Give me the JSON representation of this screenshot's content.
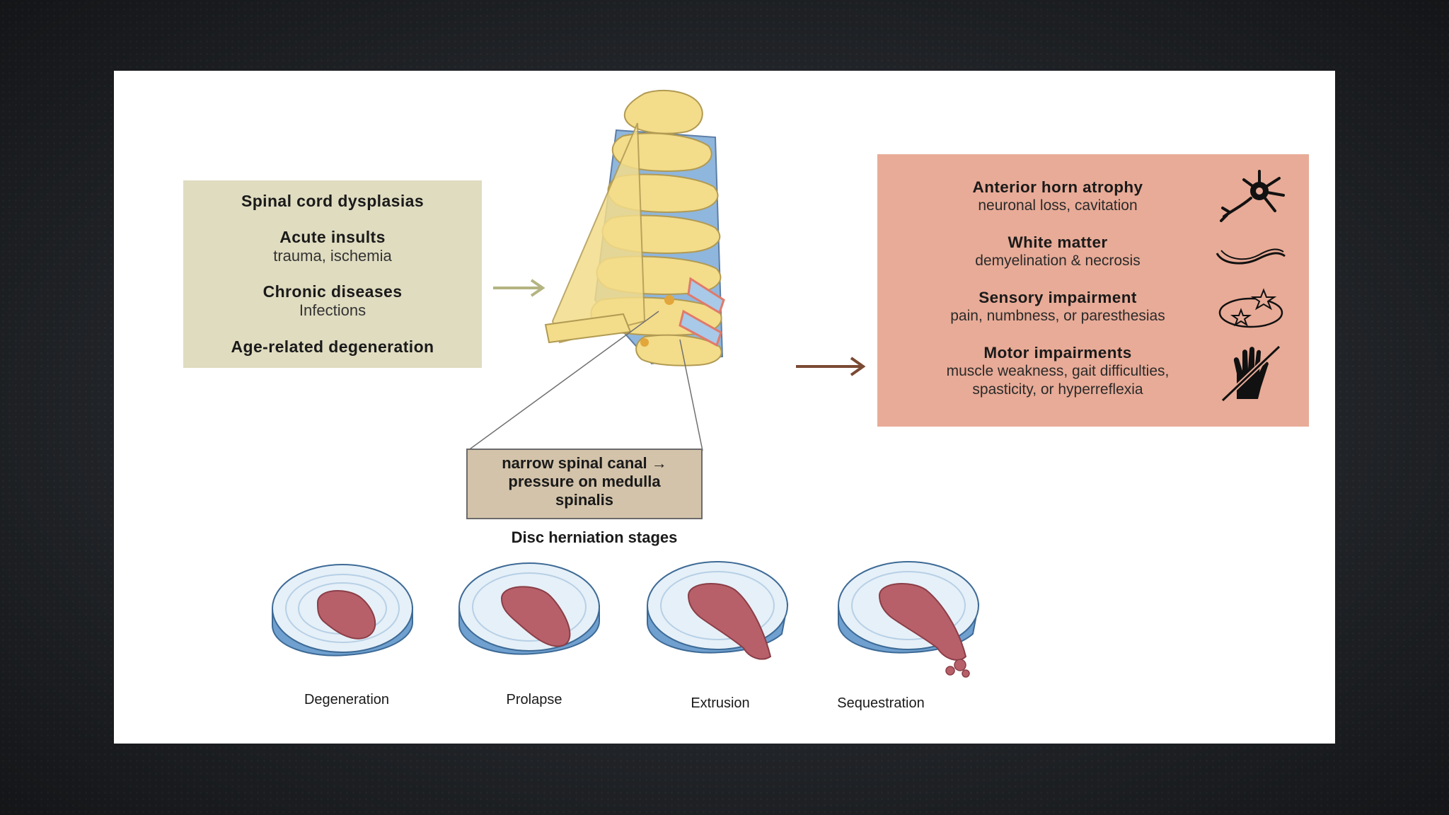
{
  "causes": [
    {
      "title": "Spinal cord dysplasias",
      "detail": ""
    },
    {
      "title": "Acute insults",
      "detail": "trauma, ischemia"
    },
    {
      "title": "Chronic diseases",
      "detail": "Infections"
    },
    {
      "title": "Age-related degeneration",
      "detail": ""
    }
  ],
  "effects": [
    {
      "title": "Anterior horn atrophy",
      "detail": "neuronal loss, cavitation",
      "icon": "neuron-icon"
    },
    {
      "title": "White matter",
      "detail": "demyelination & necrosis",
      "icon": "nerve-fiber-icon"
    },
    {
      "title": "Sensory impairment",
      "detail": "pain, numbness, or paresthesias",
      "icon": "stars-orbit-icon"
    },
    {
      "title": "Motor impairments",
      "detail": "muscle weakness, gait difficulties,",
      "detail2": "spasticity, or hyperreflexia",
      "icon": "crossed-hand-icon"
    }
  ],
  "note": {
    "line1": "narrow spinal canal →",
    "line2": "pressure on medulla",
    "line3": "spinalis"
  },
  "stages_title": "Disc herniation stages",
  "stages": [
    "Degeneration",
    "Prolapse",
    "Extrusion",
    "Sequestration"
  ],
  "colors": {
    "causes_bg": "#e0dcc0",
    "effects_bg": "#e8ab97",
    "note_bg": "#d3c3aa",
    "bone": "#f3dc8a",
    "disc_blue": "#8fb6dd",
    "nucleus": "#b8606a",
    "arrow_left": "#b4b482",
    "arrow_right": "#7a4a33"
  }
}
